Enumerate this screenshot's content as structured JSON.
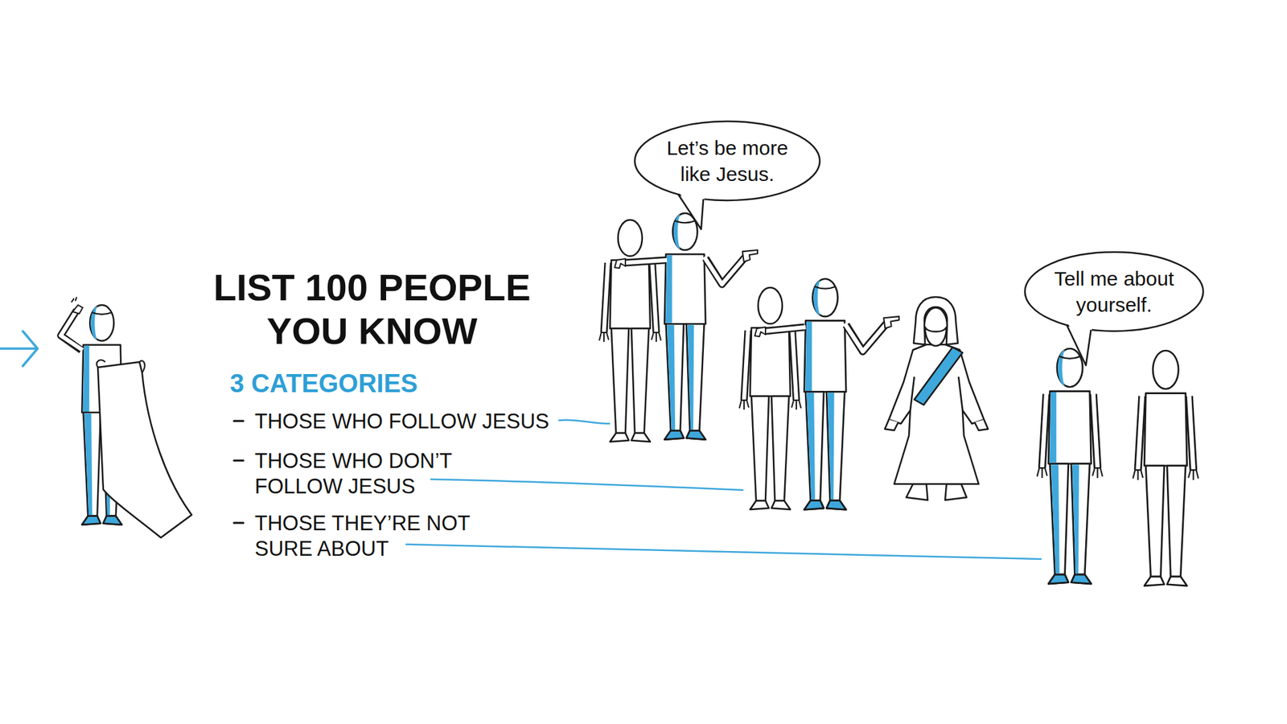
{
  "diagram": {
    "title": "LIST 100 PEOPLE YOU KNOW",
    "nodes": [
      {
        "text": [
          "Let’s be more like Jesus."
        ]
      },
      {
        "text": [
          "Tell me about yourself."
        ]
      }
    ],
    "labels": [
      "3 CATEGORIES",
      "THOSE WHO FOLLOW JESUS",
      "THOSE WHO DON’T FOLLOW JESUS",
      "THOSE THEY’RE NOT SURE ABOUT"
    ]
  }
}
